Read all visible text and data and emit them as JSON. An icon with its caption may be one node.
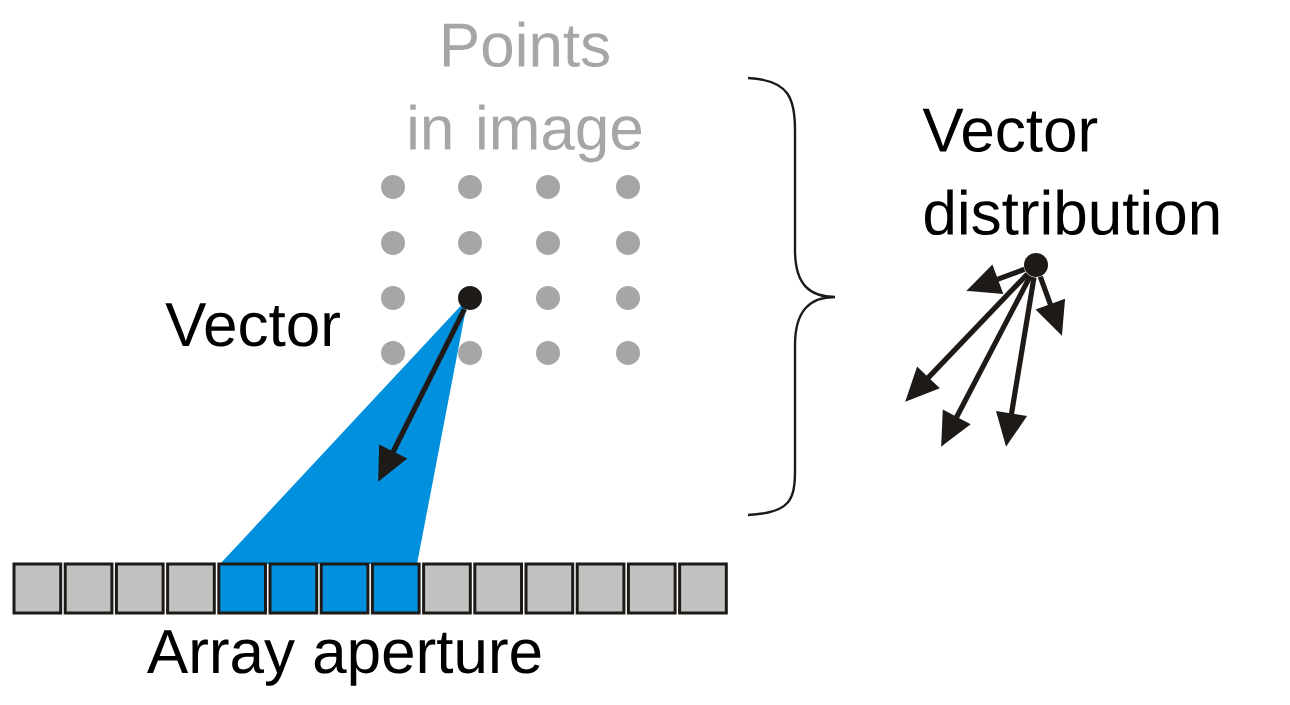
{
  "diagram": {
    "nodes": [
      {
        "text": [],
        "shape": "circle"
      },
      {
        "text": [],
        "shape": "circle"
      }
    ],
    "edges": [
      {
        "from": 0,
        "to": null,
        "arrow": "to"
      },
      {
        "from": 1,
        "to": null,
        "arrow": "to"
      },
      {
        "from": 1,
        "to": null,
        "arrow": "to"
      },
      {
        "from": 1,
        "to": null,
        "arrow": "to"
      },
      {
        "from": 1,
        "to": null,
        "arrow": "to"
      },
      {
        "from": 1,
        "to": null,
        "arrow": "to"
      }
    ],
    "labels": [
      "Points in image",
      "Vector",
      "Vector distribution",
      "Array aperture"
    ]
  }
}
